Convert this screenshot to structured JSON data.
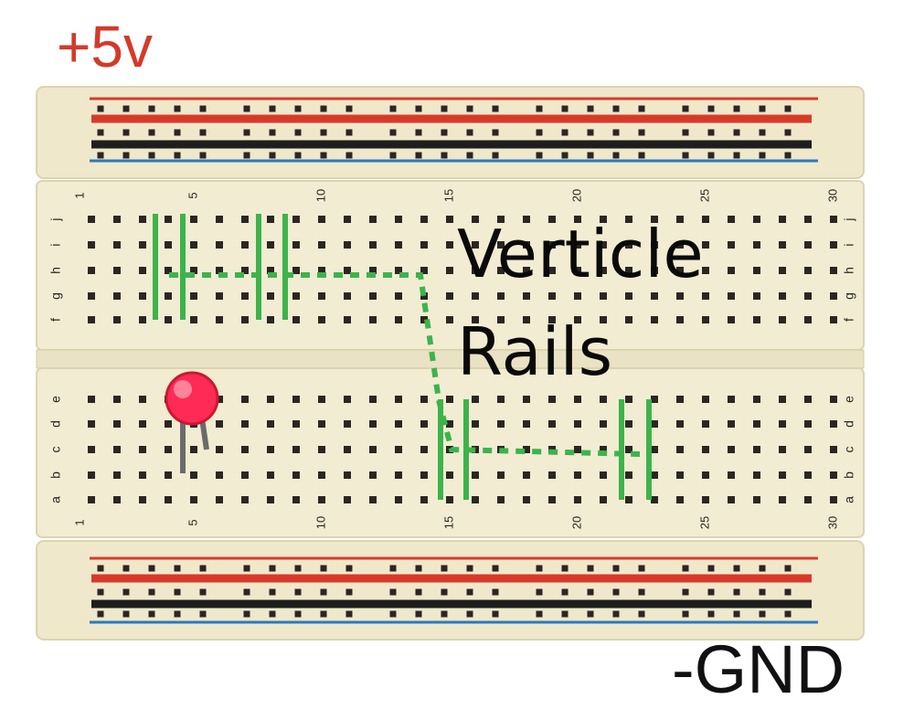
{
  "labels": {
    "positive_rail": "+5v",
    "ground_rail": "-GND",
    "annotation_line1": "Verticle",
    "annotation_line2": "Rails"
  },
  "breadboard": {
    "row_letters_top": [
      "j",
      "i",
      "h",
      "g",
      "f"
    ],
    "row_letters_bottom": [
      "e",
      "d",
      "c",
      "b",
      "a"
    ],
    "column_numbers": [
      "1",
      "5",
      "10",
      "15",
      "20",
      "25",
      "30"
    ],
    "column_count": 30
  },
  "colors": {
    "board": "#f1ebd0",
    "board_edge": "#e2d9b8",
    "hole": "#2b2620",
    "power_red": "#d83a2a",
    "power_black": "#1e1e1e",
    "power_blue": "#2a78c0",
    "highlight_green": "#3cb44b",
    "led_red": "#ff2a55",
    "lead_gray": "#6b6b6b",
    "plus_label": "#d43a2a"
  },
  "icons": [
    "led-icon"
  ]
}
